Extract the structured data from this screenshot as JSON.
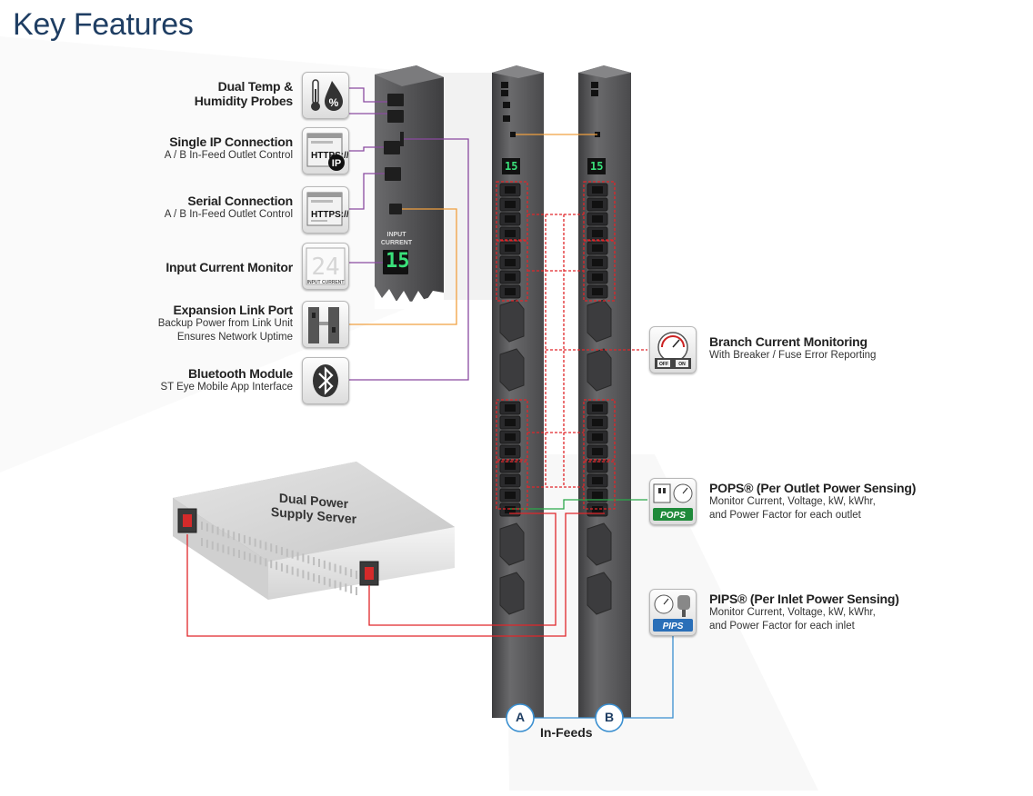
{
  "title": "Key Features",
  "left_features": [
    {
      "heading_lines": [
        "Dual Temp &",
        "Humidity Probes"
      ],
      "sub_lines": [],
      "icon": "thermometer-humidity-icon"
    },
    {
      "heading_lines": [
        "Single IP Connection"
      ],
      "sub_lines": [
        "A / B In-Feed Outlet Control"
      ],
      "icon": "https-ip-icon"
    },
    {
      "heading_lines": [
        "Serial Connection"
      ],
      "sub_lines": [
        "A / B In-Feed Outlet Control"
      ],
      "icon": "https-serial-icon"
    },
    {
      "heading_lines": [
        "Input Current Monitor"
      ],
      "sub_lines": [],
      "icon": "current-display-icon"
    },
    {
      "heading_lines": [
        "Expansion Link Port"
      ],
      "sub_lines": [
        "Backup Power from Link Unit",
        "Ensures Network Uptime"
      ],
      "icon": "link-port-icon"
    },
    {
      "heading_lines": [
        "Bluetooth Module"
      ],
      "sub_lines": [
        "ST Eye Mobile App Interface"
      ],
      "icon": "bluetooth-icon"
    }
  ],
  "right_features": [
    {
      "heading_lines": [
        "Branch Current Monitoring"
      ],
      "sub_lines": [
        "With Breaker / Fuse Error Reporting"
      ],
      "icon": "gauge-breaker-icon"
    },
    {
      "heading_lines": [
        "POPS® (Per Outlet Power Sensing)"
      ],
      "sub_lines": [
        "Monitor Current, Voltage, kW, kWhr,",
        "and Power Factor for each outlet"
      ],
      "icon": "pops-icon",
      "badge": "POPS"
    },
    {
      "heading_lines": [
        "PIPS® (Per Inlet Power Sensing)"
      ],
      "sub_lines": [
        "Monitor Current, Voltage, kW, kWhr,",
        "and Power Factor for each inlet"
      ],
      "icon": "pips-icon",
      "badge": "PIPS"
    }
  ],
  "server_label_lines": [
    "Dual Power",
    "Supply Server"
  ],
  "module_display": {
    "label_lines": [
      "INPUT",
      "CURRENT"
    ],
    "value": "15"
  },
  "icon_display": {
    "value": "24",
    "label": "INPUT CURRENT"
  },
  "pdu_display_value": "15",
  "feeds": {
    "a": "A",
    "b": "B",
    "caption": "In-Feeds"
  },
  "icon_text": {
    "https": "HTTPS://",
    "ip": "IP",
    "off": "OFF",
    "on": "ON"
  },
  "colors": {
    "title": "#1f3e63",
    "purple_line": "#8a4aa0",
    "orange_line": "#f0a040",
    "red_line": "#e0262a",
    "green_line": "#2aa84a",
    "blue_line": "#3a8fd0",
    "pdu_body": "#5a5a5c",
    "display_green": "#3ae07a"
  }
}
